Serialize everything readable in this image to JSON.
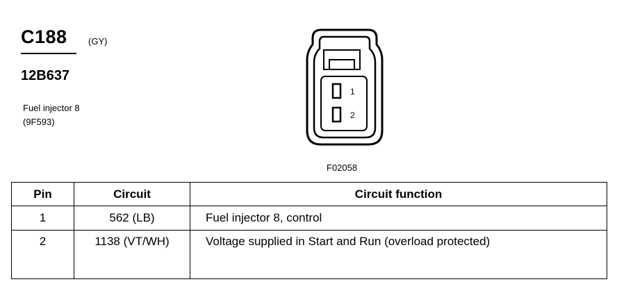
{
  "connector": {
    "id": "C188",
    "color_code": "(GY)",
    "part_number": "12B637",
    "component_name": "Fuel injector 8",
    "component_code": "(9F593)",
    "figure_code": "F02058",
    "pin_labels": [
      "1",
      "2"
    ]
  },
  "table": {
    "headers": [
      "Pin",
      "Circuit",
      "Circuit function"
    ],
    "rows": [
      {
        "pin": "1",
        "circuit": "562 (LB)",
        "function": "Fuel injector 8, control"
      },
      {
        "pin": "2",
        "circuit": "1138 (VT/WH)",
        "function": "Voltage supplied in Start and Run (overload protected)"
      }
    ]
  }
}
